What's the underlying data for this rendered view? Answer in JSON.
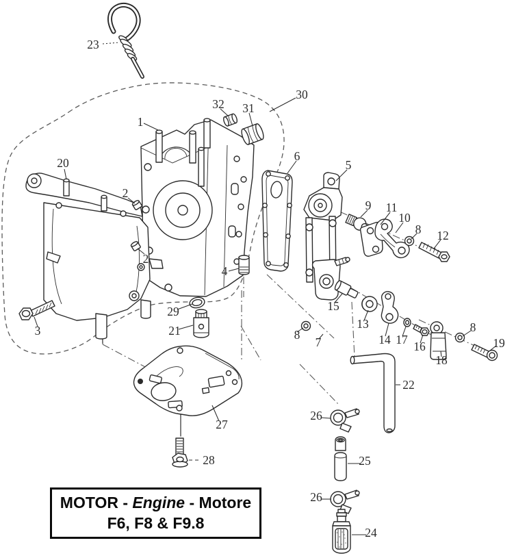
{
  "colors": {
    "ink": "#2b2b2b",
    "background": "#ffffff"
  },
  "title": {
    "a": "MOTOR -",
    "b": "Engine",
    "c": "- Motore",
    "line2": "F6, F8 & F9.8"
  },
  "callouts": [
    {
      "label": "23"
    },
    {
      "label": "30"
    },
    {
      "label": "32"
    },
    {
      "label": "31"
    },
    {
      "label": "1"
    },
    {
      "label": "20"
    },
    {
      "label": "2"
    },
    {
      "label": "2"
    },
    {
      "label": "6"
    },
    {
      "label": "5"
    },
    {
      "label": "9"
    },
    {
      "label": "11"
    },
    {
      "label": "10"
    },
    {
      "label": "8"
    },
    {
      "label": "12"
    },
    {
      "label": "4"
    },
    {
      "label": "3"
    },
    {
      "label": "15"
    },
    {
      "label": "13"
    },
    {
      "label": "14"
    },
    {
      "label": "17"
    },
    {
      "label": "16"
    },
    {
      "label": "8"
    },
    {
      "label": "7"
    },
    {
      "label": "18"
    },
    {
      "label": "8"
    },
    {
      "label": "19"
    },
    {
      "label": "22"
    },
    {
      "label": "26"
    },
    {
      "label": "25"
    },
    {
      "label": "26"
    },
    {
      "label": "24"
    },
    {
      "label": "29"
    },
    {
      "label": "21"
    },
    {
      "label": "27"
    },
    {
      "label": "28"
    }
  ]
}
